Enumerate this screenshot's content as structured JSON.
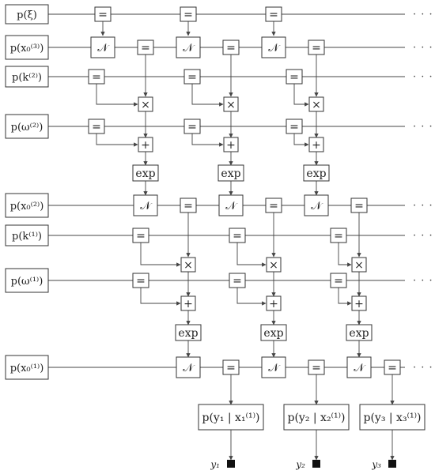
{
  "priors": [
    {
      "label": "p(ξ)"
    },
    {
      "label": "p(x₀⁽³⁾)"
    },
    {
      "label": "p(k⁽²⁾)"
    },
    {
      "label": "p(ω⁽²⁾)"
    },
    {
      "label": "p(x₀⁽²⁾)"
    },
    {
      "label": "p(k⁽¹⁾)"
    },
    {
      "label": "p(ω⁽¹⁾)"
    },
    {
      "label": "p(x₀⁽¹⁾)"
    }
  ],
  "symbols": {
    "equality": "=",
    "normal": "𝒩",
    "multiply": "×",
    "add": "+",
    "exp": "exp",
    "continuation": "· · ·"
  },
  "likelihoods": [
    "p(y₁ | x₁⁽¹⁾)",
    "p(y₂ | x₂⁽¹⁾)",
    "p(y₃ | x₃⁽¹⁾)"
  ],
  "observations": [
    "y₁",
    "y₂",
    "y₃"
  ]
}
